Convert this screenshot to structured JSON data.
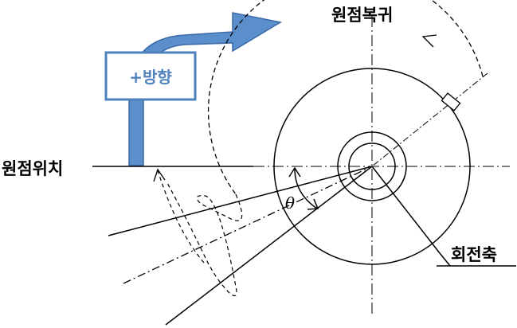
{
  "labels": {
    "return_to_origin": "원점복귀",
    "origin_position": "원점위치",
    "rotation_axis": "회전축",
    "plus_direction": "+방향",
    "angle_symbol": "θ"
  },
  "colors": {
    "arrow_fill": "#5b8fcc",
    "arrow_stroke": "#3a6aa8",
    "box_border": "#4f81bd",
    "box_text": "#4f81bd",
    "line": "#000000"
  }
}
